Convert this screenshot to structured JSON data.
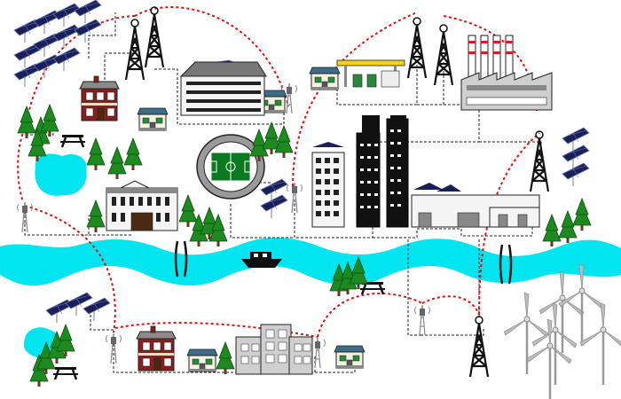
{
  "colors": {
    "river": "#00e5f0",
    "lake": "#00e5f0",
    "tree": "#1d8a20",
    "wireless_link": "#e01010",
    "wired_link": "#222222",
    "solar_panel": "#1a1f5a",
    "stadium_field": "#0a7a20",
    "house_wall": "#8a1e1e",
    "house_roof": "#8a8a8a",
    "cottage_wall": "#f2f2e0",
    "cottage_roof": "#3d6b8a"
  },
  "elements": {
    "towers": 6,
    "masts": 6,
    "solar_arrays": 7,
    "wind_turbines": 6
  }
}
